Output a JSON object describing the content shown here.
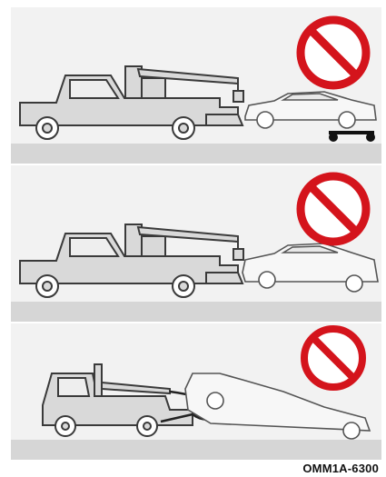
{
  "figure": {
    "caption": "OMM1A-6300",
    "panels": [
      {
        "id": "wheel-lift-rear-on-dollies",
        "prohibited": true
      },
      {
        "id": "wheel-lift-rear-wheels-on-ground",
        "prohibited": true
      },
      {
        "id": "sling-type-tow",
        "prohibited": true
      }
    ]
  },
  "colors": {
    "prohibition_red": "#d4141c",
    "panel_background": "#f2f2f2",
    "ground": "#d6d6d6",
    "truck_body": "#d9d9d9",
    "outline": "#3a3a3a"
  },
  "icons": [
    "prohibition-icon",
    "tow-truck-icon",
    "car-icon",
    "wheel-dolly-icon",
    "sling-icon"
  ]
}
